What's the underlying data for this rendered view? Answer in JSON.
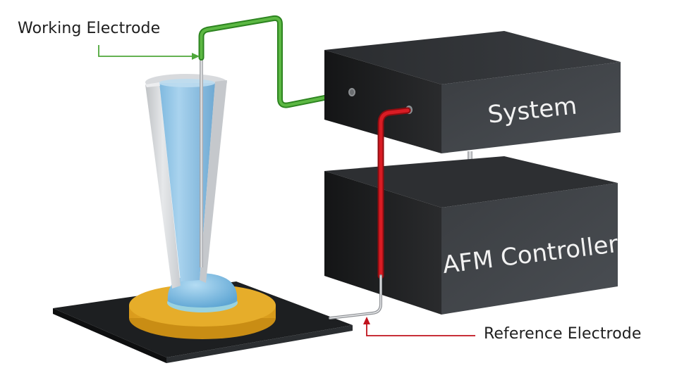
{
  "diagram": {
    "title": "Electrochemical AFM setup",
    "labels": {
      "working_electrode": "Working Electrode",
      "reference_electrode": "Reference Electrode",
      "system": "System",
      "afm_controller": "AFM Controller"
    },
    "colors": {
      "working_wire": "#3f9e2c",
      "working_arrow": "#4ea83a",
      "reference_wire": "#c8121a",
      "reference_arrow": "#c0121c",
      "box_front": "#3c3f43",
      "box_top": "#2f3134",
      "box_side": "#1f2022",
      "base_plate": "#1d1f21",
      "gold_disk": "#e6ad2a",
      "liquid": "#8fc6e6",
      "glass": "#d4d6d9"
    },
    "components": [
      "pipette-cell",
      "working-electrode",
      "reference-electrode",
      "sample-disk",
      "base-plate",
      "system-box",
      "afm-controller-box"
    ]
  }
}
